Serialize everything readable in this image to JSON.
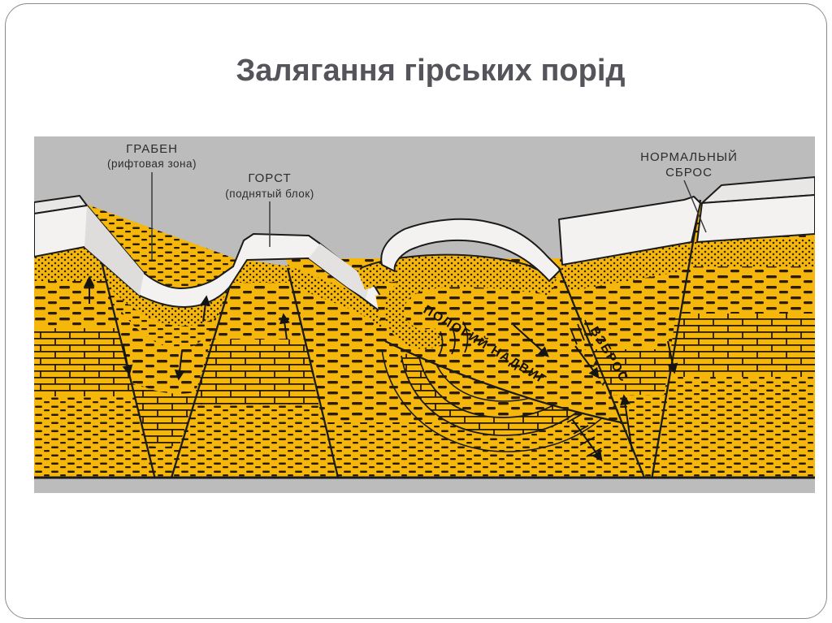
{
  "slide": {
    "title": "Залягання гірських порід"
  },
  "diagram": {
    "labels": {
      "graben": "ГРАБЕН",
      "graben_sub": "(рифтовая зона)",
      "horst": "ГОРСТ",
      "horst_sub": "(поднятый блок)",
      "normal_fault_line1": "НОРМАЛЬНЫЙ",
      "normal_fault_line2": "СБРОС",
      "thrust": "ПОЛОГИЙ НАДВИГ",
      "reverse_fault": "ВЗБРОС"
    },
    "colors": {
      "background": "#bcbcbc",
      "rock": "#f6b70d",
      "ink": "#1b1b1b",
      "surface": "#f3f2f0",
      "surface_shade": "#dedddb",
      "title_text": "#54545a",
      "label_text": "#2c2c2c"
    }
  }
}
